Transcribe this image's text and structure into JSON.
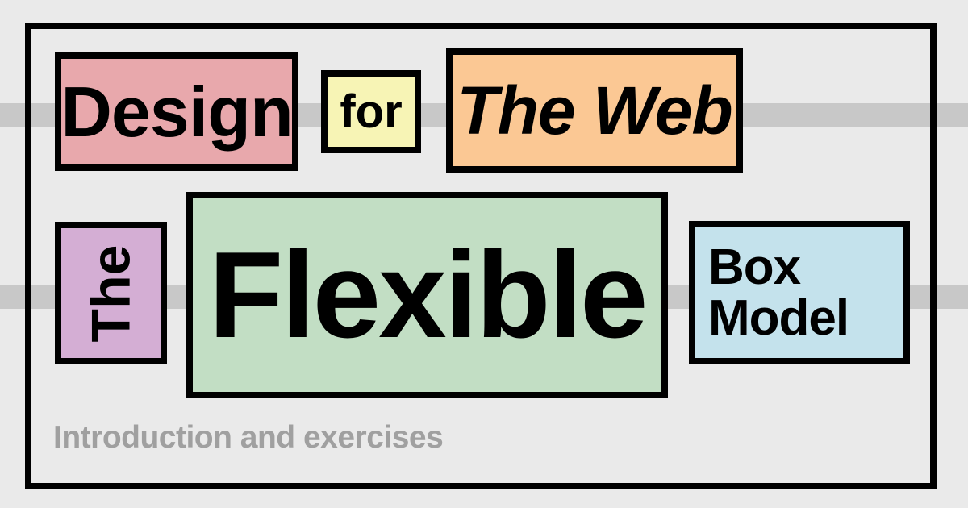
{
  "poster": {
    "background_color": "#EAEAEA",
    "frame_color": "#000000",
    "band_color": "#C8C8C8",
    "title_words": [
      {
        "id": "design",
        "text": "Design",
        "box_color": "#E8A8AC",
        "style": "bold"
      },
      {
        "id": "for",
        "text": "for",
        "box_color": "#F7F4B5",
        "style": "bold"
      },
      {
        "id": "the-web",
        "text": "The Web",
        "box_color": "#FBC894",
        "style": "bold-italic"
      },
      {
        "id": "the",
        "text": "The",
        "box_color": "#D4AED4",
        "style": "bold-vertical"
      },
      {
        "id": "flexible",
        "text": "Flexible",
        "box_color": "#C2DEC4",
        "style": "bold"
      },
      {
        "id": "box-model",
        "text": "Box Model",
        "box_color": "#C4E2EC",
        "style": "bold"
      }
    ],
    "box_model_line1": "Box",
    "box_model_line2": "Model",
    "subtitle": "Introduction and exercises",
    "subtitle_color": "#A0A0A0"
  }
}
